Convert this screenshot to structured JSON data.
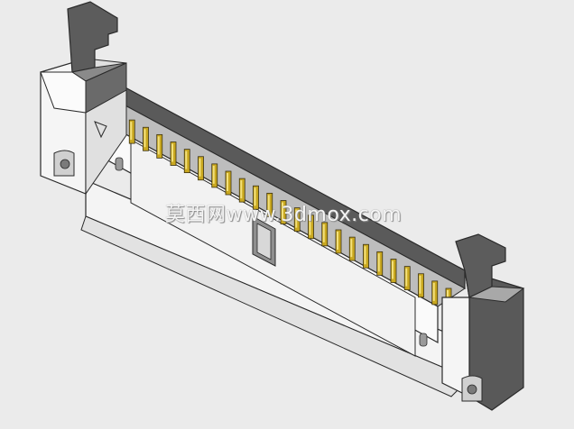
{
  "watermark": {
    "text": "莫西网www.3dmox.com"
  },
  "colors": {
    "background": "#ebebeb",
    "body_light": "#f4f4f4",
    "body_shadow": "#9a9a9a",
    "body_dark": "#585858",
    "outline": "#2a2a2a",
    "pin_gold": "#c9a820",
    "pin_gold_highlight": "#f3e07a"
  },
  "object": {
    "type": "pin-header-connector",
    "pin_count_visible": 25,
    "icons": [
      "latch-arm-left",
      "latch-arm-right",
      "polarization-key-slot",
      "mounting-hole"
    ]
  }
}
